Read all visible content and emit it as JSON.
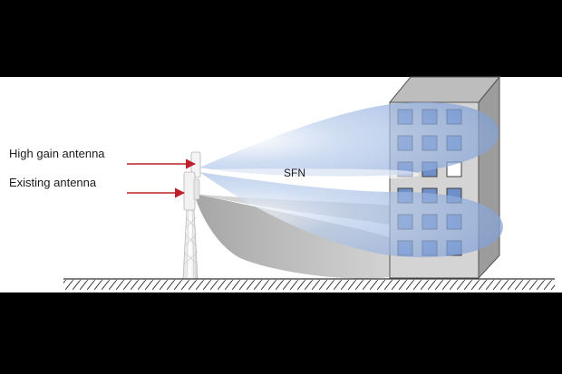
{
  "labels": {
    "high_gain": "High gain antenna",
    "existing": "Existing antenna",
    "sfn": "SFN"
  },
  "colors": {
    "background": "#000000",
    "panel": "#ffffff",
    "beam_blue": "#8fb0de",
    "beam_gray": "#9a9a9a",
    "arrow": "#c0202a",
    "building_front": "#d4d4d4",
    "building_side": "#9c9c9c",
    "window": "#6f8fc9",
    "ground": "#333333"
  },
  "icons": {
    "antenna": "antenna-icon",
    "tower": "lattice-tower-icon",
    "building": "building-icon"
  }
}
